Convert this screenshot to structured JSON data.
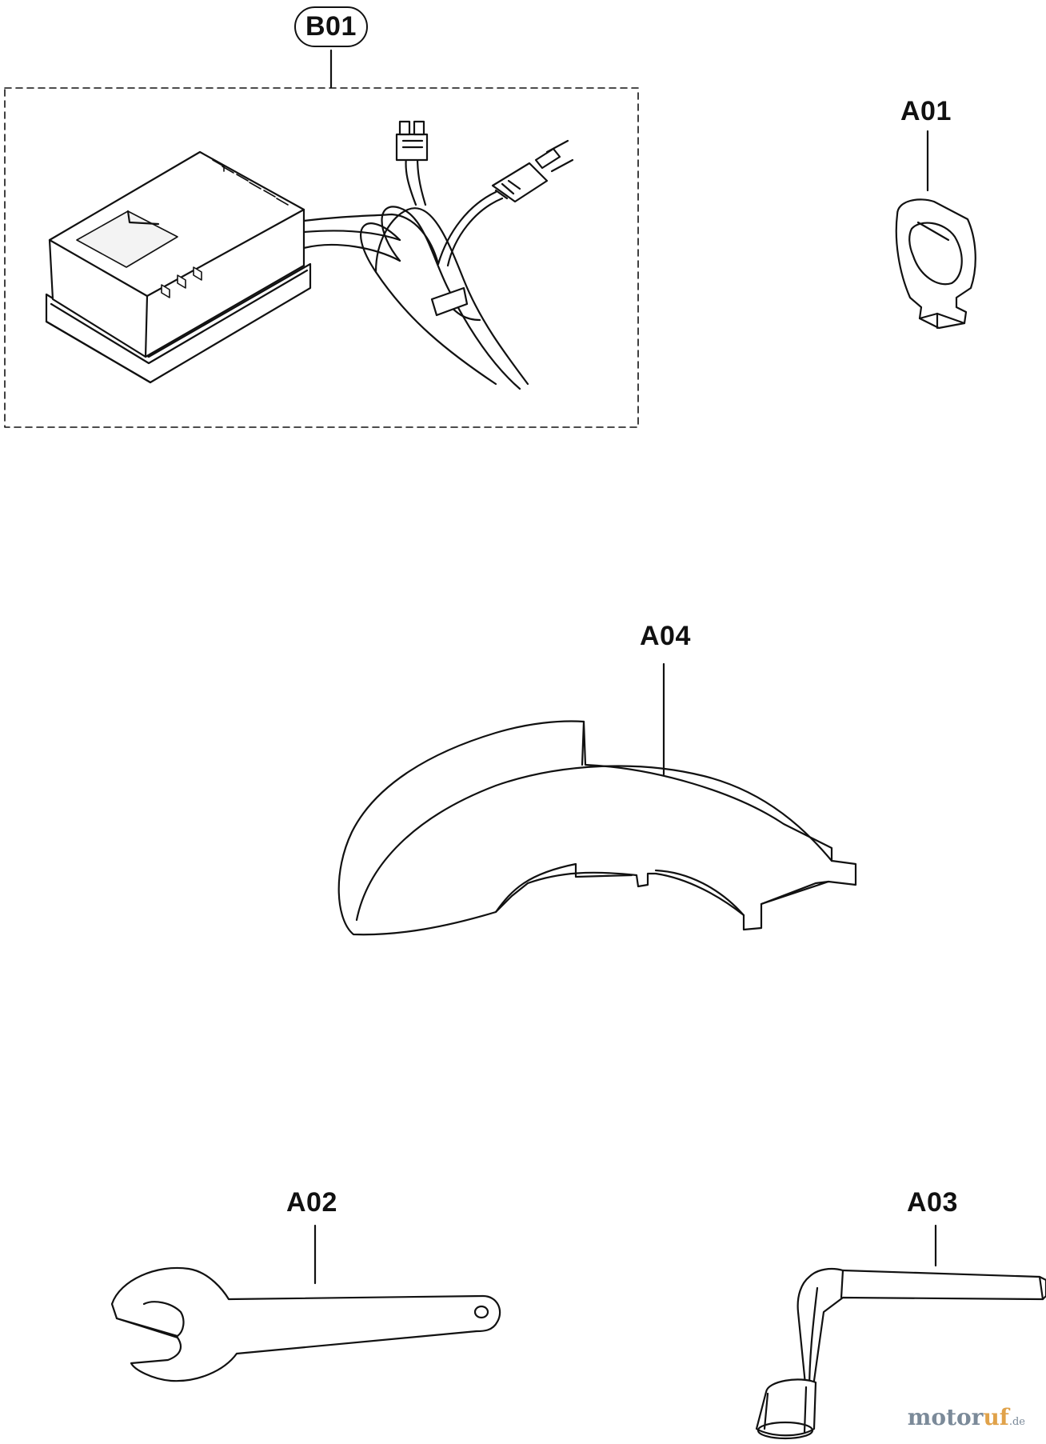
{
  "parts": {
    "b01": {
      "label": "B01"
    },
    "a01": {
      "label": "A01"
    },
    "a02": {
      "label": "A02"
    },
    "a03": {
      "label": "A03"
    },
    "a04": {
      "label": "A04"
    }
  },
  "watermark": {
    "main_a": "motor",
    "main_b": "uf",
    "suffix": ".de"
  },
  "colors": {
    "line": "#111111",
    "watermark_gray": "#7b8a99",
    "watermark_orange": "#e0a24a"
  }
}
